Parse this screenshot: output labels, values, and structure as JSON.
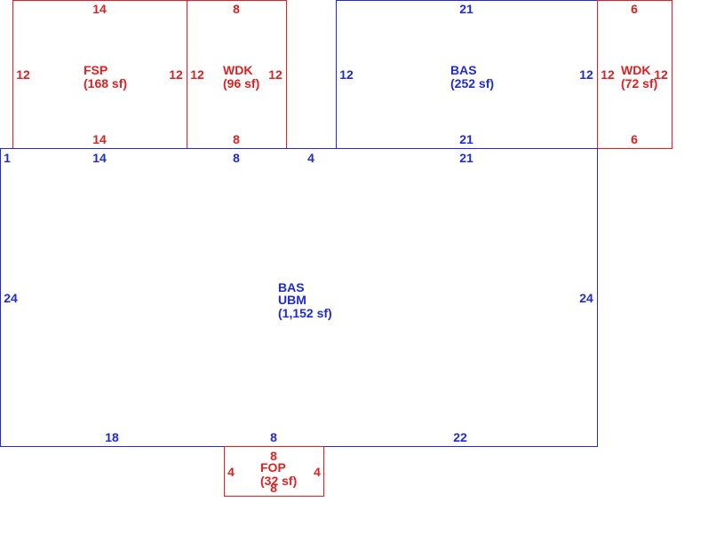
{
  "colors": {
    "red": "#e02020",
    "blue": "#1f2bd1",
    "background": "#ffffff"
  },
  "sketch": {
    "fsp": {
      "code": "FSP",
      "area": "(168 sf)",
      "top": "14",
      "bottom": "14",
      "left": "12",
      "right": "12"
    },
    "wdk1": {
      "code": "WDK",
      "area": "(96 sf)",
      "top": "8",
      "bottom": "8",
      "left": "12",
      "right": "12"
    },
    "bas_top": {
      "code": "BAS",
      "area": "(252 sf)",
      "top": "21",
      "bottom": "21",
      "left": "12",
      "right": "12"
    },
    "wdk2": {
      "code": "WDK",
      "area": "(72 sf)",
      "top": "6",
      "bottom": "6",
      "left": "12",
      "right": "12"
    },
    "main": {
      "code1": "BAS",
      "code2": "UBM",
      "area": "(1,152 sf)",
      "top_1": "1",
      "top_14": "14",
      "top_8": "8",
      "top_4": "4",
      "top_21": "21",
      "left": "24",
      "right": "24",
      "bottom_18": "18",
      "bottom_8": "8",
      "bottom_22": "22"
    },
    "fop": {
      "code": "FOP",
      "area": "(32 sf)",
      "top": "8",
      "bottom": "8",
      "left": "4",
      "right": "4"
    }
  }
}
